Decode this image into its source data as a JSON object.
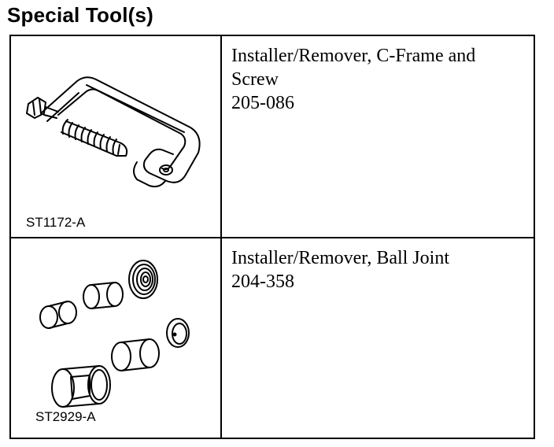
{
  "heading": "Special Tool(s)",
  "tools": [
    {
      "name_line1": "Installer/Remover, C-Frame and",
      "name_line2": "Screw",
      "part_number": "205-086",
      "figure_label": "ST1172-A",
      "figure_icon": "c-frame-screw-icon"
    },
    {
      "name_line1": "Installer/Remover, Ball Joint",
      "part_number": "204-358",
      "figure_label": "ST2929-A",
      "figure_icon": "ball-joint-adapters-icon"
    }
  ]
}
